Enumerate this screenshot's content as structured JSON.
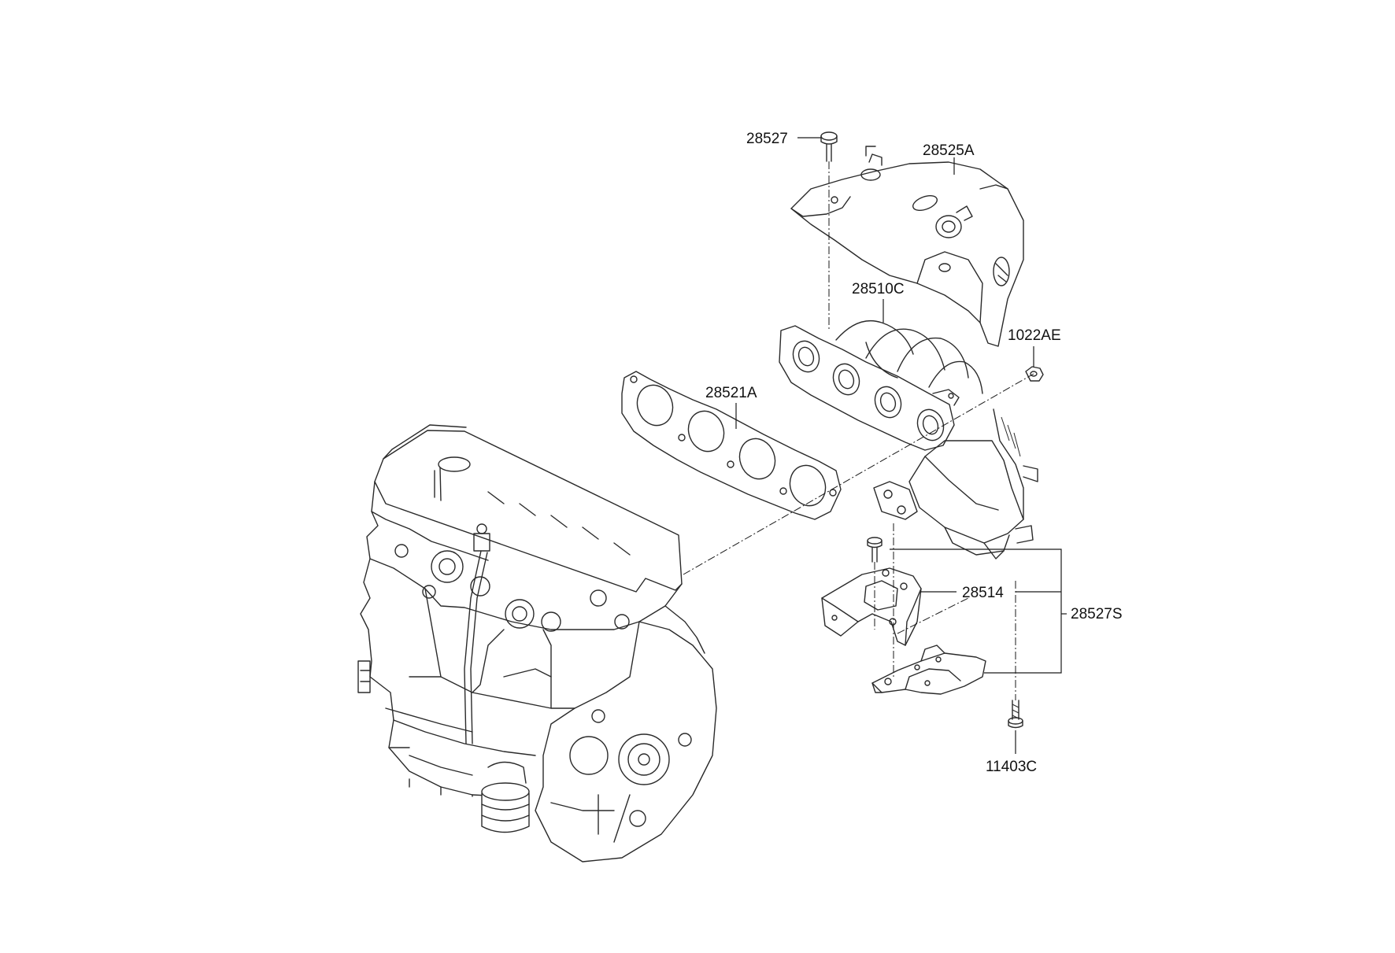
{
  "labels": {
    "p28527": "28527",
    "p28525A": "28525A",
    "p28510C": "28510C",
    "p1022AE": "1022AE",
    "p28521A": "28521A",
    "p28514": "28514",
    "p28527S": "28527S",
    "p11403C": "11403C"
  }
}
